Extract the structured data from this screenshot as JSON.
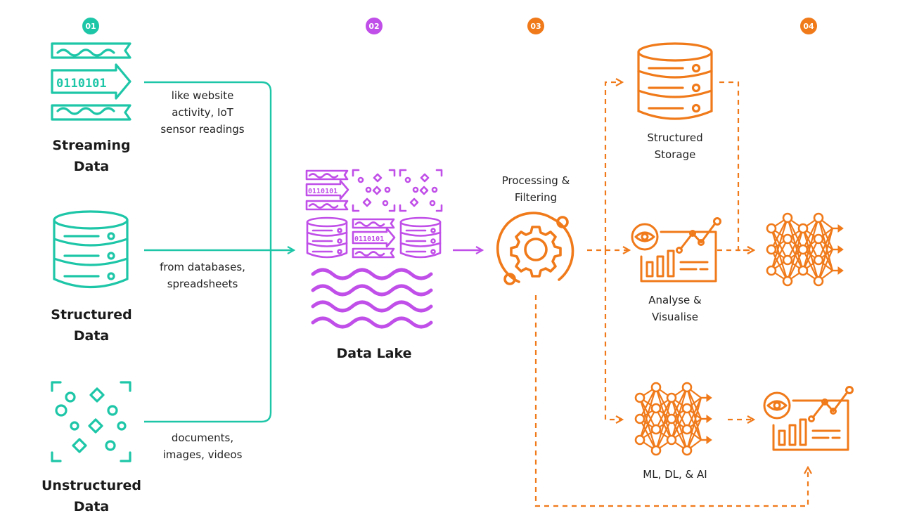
{
  "colors": {
    "teal": "#1ec6a8",
    "purple": "#c04ee8",
    "orange": "#f07a1a",
    "text": "#1a1a1a"
  },
  "steps": [
    "01",
    "02",
    "03",
    "04"
  ],
  "sources": [
    {
      "title_line1": "Streaming",
      "title_line2": "Data",
      "desc_lines": [
        "like website",
        "activity, IoT",
        "sensor readings"
      ],
      "icon": "streaming-data-icon"
    },
    {
      "title_line1": "Structured",
      "title_line2": "Data",
      "desc_lines": [
        "from databases,",
        "spreadsheets"
      ],
      "icon": "database-icon"
    },
    {
      "title_line1": "Unstructured",
      "title_line2": "Data",
      "desc_lines": [
        "documents,",
        "images, videos"
      ],
      "icon": "unstructured-data-icon"
    }
  ],
  "lake": {
    "title": "Data Lake",
    "binary_text": "0110101",
    "icon": "data-lake-icon"
  },
  "processing": {
    "label_lines": [
      "Processing &",
      "Filtering"
    ],
    "icon": "gear-icon"
  },
  "outputs": {
    "storage": {
      "label_lines": [
        "Structured",
        "Storage"
      ],
      "icon": "database-icon"
    },
    "analyse": {
      "label_lines": [
        "Analyse &",
        "Visualise"
      ],
      "icon": "dashboard-icon"
    },
    "ml": {
      "label_lines": [
        "ML, DL, & AI"
      ],
      "icon": "neural-network-icon"
    }
  }
}
